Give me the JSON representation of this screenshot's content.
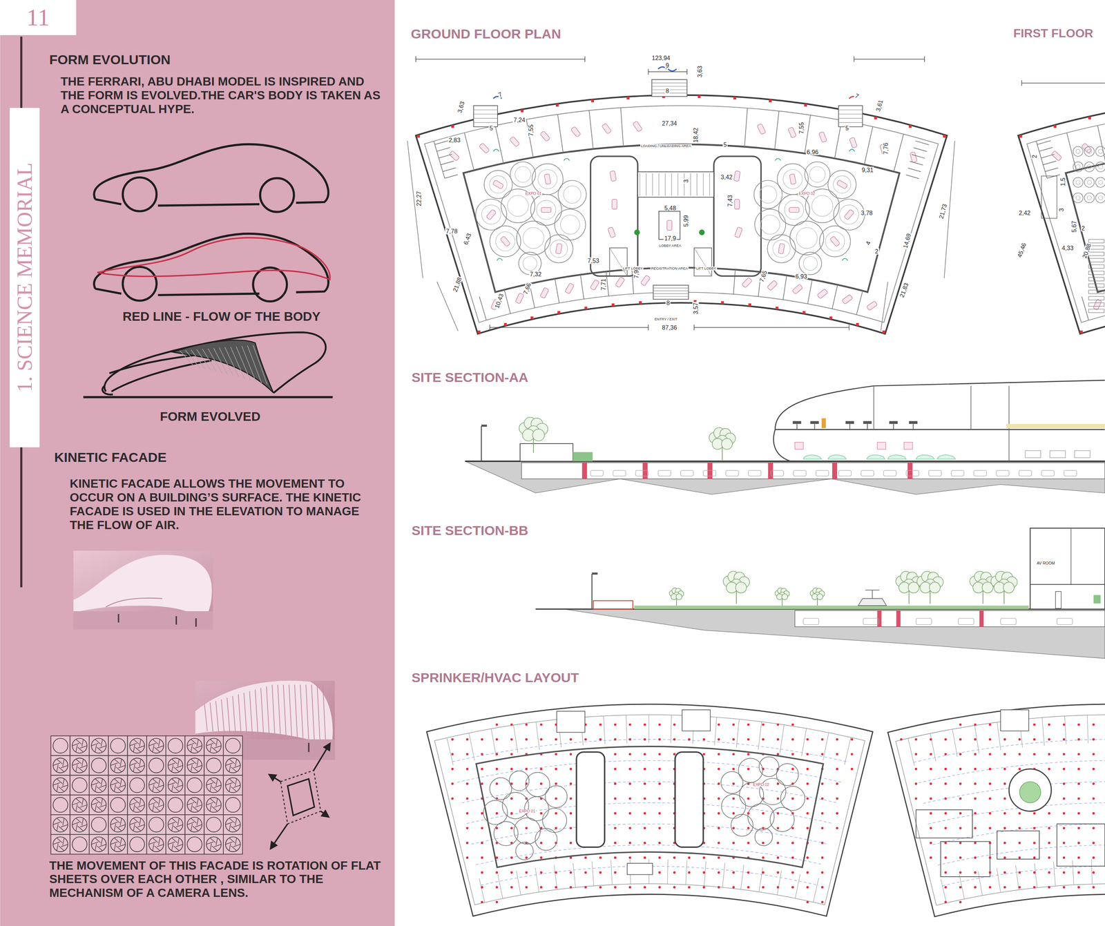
{
  "diagram": {
    "nodes": [
      {
        "text": [
          "11"
        ]
      },
      {
        "text": [
          "1. SCIENCE MEMORIAL"
        ]
      }
    ],
    "labels": [
      "FORM EVOLUTION",
      "THE FERRARI, ABU DHABI MODEL IS INSPIRED AND THE FORM IS EVOLVED.THE CAR'S BODY IS TAKEN AS A CONCEPTUAL HYPE.",
      "RED LINE - FLOW OF THE BODY",
      "FORM EVOLVED",
      "KINETIC FACADE",
      "KINETIC FACADE ALLOWS THE MOVEMENT TO OCCUR ON A BUILDING’S SURFACE. THE KINETIC FACADE IS USED IN THE ELEVATION TO MANAGE THE FLOW OF AIR.",
      "THE MOVEMENT OF THIS FACADE IS ROTATION OF FLAT SHEETS OVER EACH OTHER , SIMILAR TO THE MECHANISM OF A CAMERA LENS.",
      "GROUND FLOOR PLAN",
      "FIRST FLOOR",
      "SITE SECTION-AA",
      "SITE SECTION-BB",
      "SPRINKER/HVAC LAYOUT",
      "123,94",
      "9",
      "3,63",
      "8",
      "7",
      "3,63",
      "5",
      "7",
      "3,61",
      "5",
      "27,34",
      "18,42",
      "5",
      "2,83",
      "7,24",
      "7,55",
      "7,55",
      "6,96",
      "7,76",
      "9,31",
      "22,27",
      "3,42",
      "3",
      "5,48",
      "5,99",
      "17,9",
      "7,43",
      "3,78",
      "21,73",
      "14,69",
      "7,78",
      "6,43",
      "7,32",
      "7,53",
      "7,93",
      "7,71",
      "7,66",
      "10,43",
      "21,88",
      "6,93",
      "7,65",
      "21,83",
      "8",
      "3,57",
      "87,36",
      "4",
      "2",
      "2",
      "2,42",
      "45,46",
      "1,5",
      "3",
      "5,67",
      "4,33",
      "20,88",
      "2",
      "AV ROOM",
      "LOADING / UNLOADING AREA",
      "LOBBY AREA",
      "LIFT LOBBY",
      "REGISTRATION AREA",
      "LIFT LOBBY",
      "ENTRY / EXIT",
      "EXPO 01",
      "EXPO 02",
      "EXPO 01",
      "EXPO 02"
    ]
  }
}
